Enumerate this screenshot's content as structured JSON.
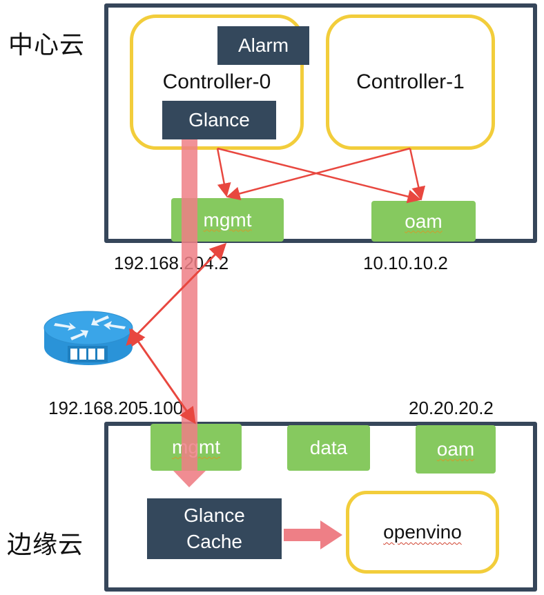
{
  "central_cloud": {
    "label": "中心云",
    "controllers": [
      {
        "name": "Controller-0",
        "services": {
          "alarm": "Alarm",
          "glance": "Glance"
        }
      },
      {
        "name": "Controller-1"
      }
    ],
    "networks": [
      {
        "name": "mgmt",
        "ip": "192.168.204.2"
      },
      {
        "name": "oam",
        "ip": "10.10.10.2"
      }
    ]
  },
  "router": {
    "icon": "router-icon"
  },
  "edge_cloud": {
    "label": "边缘云",
    "networks": [
      {
        "name": "mgmt",
        "ip": "192.168.205.100"
      },
      {
        "name": "data"
      },
      {
        "name": "oam",
        "ip": "20.20.20.2"
      }
    ],
    "glance_cache": "Glance Cache",
    "glance_cache_lines": [
      "Glance",
      "Cache"
    ],
    "workload": "openvino"
  },
  "colors": {
    "frame": "#36465a",
    "node_border": "#f2cd3b",
    "service_box": "#34485c",
    "network": "#86c95f",
    "link_arrow": "#e8473f",
    "image_flow": "#ee7f86",
    "router": "#2f9ee0"
  }
}
